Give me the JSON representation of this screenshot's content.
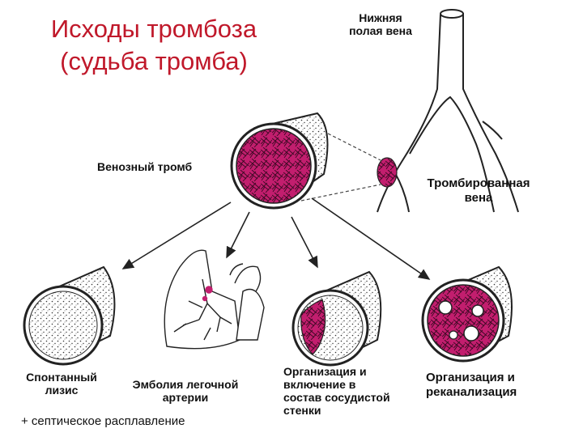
{
  "title": {
    "line1": "Исходы тромбоза",
    "line2": "(судьба тромба)"
  },
  "labels": {
    "ivc": [
      "Нижняя",
      "полая вена"
    ],
    "venous_thrombus": "Венозный тромб",
    "thrombosed_vein": [
      "Тромбированная",
      "вена"
    ],
    "lysis": [
      "Спонтанный",
      "лизис"
    ],
    "embolism": [
      "Эмболия легочной",
      "артерии"
    ],
    "organization_wall": [
      "Организация и",
      "включение в",
      "состав сосудистой",
      "стенки"
    ],
    "recanalization": [
      "Организация и",
      "реканализация"
    ],
    "septic": "+ септическое расплавление"
  },
  "colors": {
    "title": "#c0182a",
    "thrombus": "#c21e6e",
    "ink": "#111111"
  }
}
